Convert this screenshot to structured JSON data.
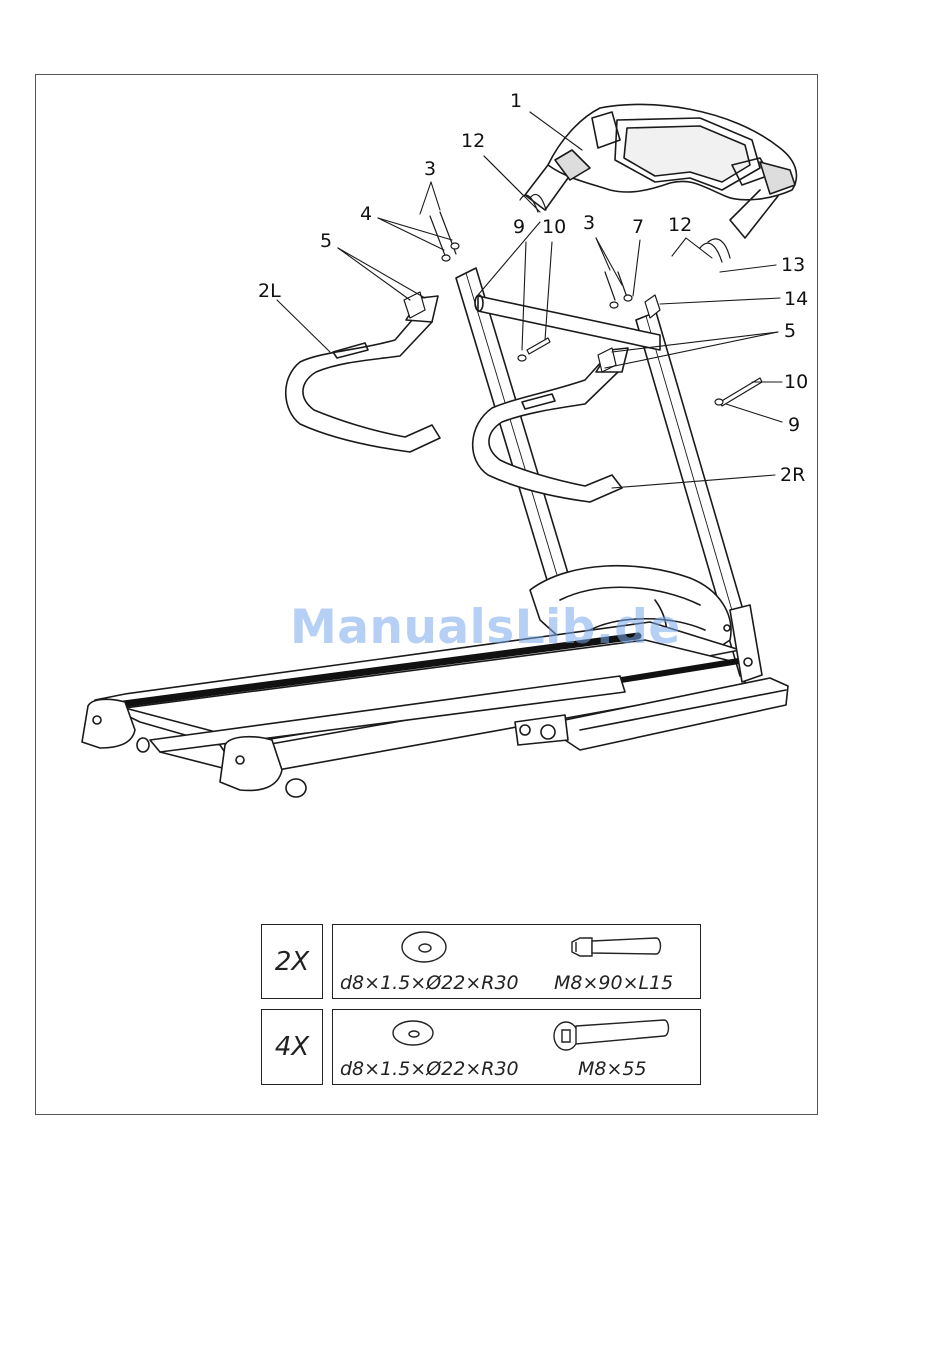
{
  "watermark": "ManualsLib.de",
  "callouts": {
    "c1": "1",
    "c2L": "2L",
    "c2R": "2R",
    "c3a": "3",
    "c3b": "3",
    "c4": "4",
    "c5a": "5",
    "c5b": "5",
    "c7": "7",
    "c9a": "9",
    "c9b": "9",
    "c10a": "10",
    "c10b": "10",
    "c12a": "12",
    "c12b": "12",
    "c13": "13",
    "c14": "14"
  },
  "hardware": [
    {
      "qty": "2X",
      "washer_spec": "d8×1.5×Ø22×R30",
      "bolt_spec": "M8×90×L15"
    },
    {
      "qty": "4X",
      "washer_spec": "d8×1.5×Ø22×R30",
      "bolt_spec": "M8×55"
    }
  ]
}
